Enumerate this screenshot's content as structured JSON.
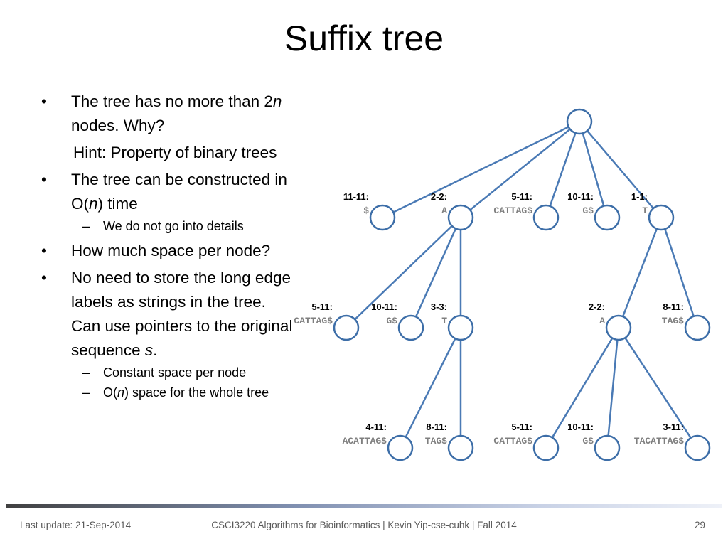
{
  "slide": {
    "title": "Suffix tree",
    "bullets": {
      "b1_pre": "The tree has no more than 2",
      "b1_n": "n",
      "b1_post": " nodes. Why?",
      "hint": "Hint: Property of binary trees",
      "b2_pre": "The tree can be constructed in O(",
      "b2_n": "n",
      "b2_post": ") time",
      "b2_sub": "We do not go into details",
      "b3": "How much space per node?",
      "b4_pre": "No need to store the long edge labels as strings in the tree. Can use pointers to the original sequence ",
      "b4_s": "s",
      "b4_post": ".",
      "b4_sub1": "Constant space per node",
      "b4_sub2_pre": "O(",
      "b4_sub2_n": "n",
      "b4_sub2_post": ") space for the whole tree",
      "bullet_glyph": "•",
      "dash_glyph": "–"
    },
    "footer": {
      "left": "Last update: 21-Sep-2014",
      "center": "CSCI3220 Algorithms for Bioinformatics |  Kevin Yip-cse-cuhk | Fall 2014",
      "right": "29"
    }
  },
  "colors": {
    "edge": "#4a7ab5",
    "node_stroke": "#3d6ea8",
    "node_fill": "#ffffff",
    "label_number": "#000000",
    "label_sequence": "#7f7f7f"
  },
  "tree": {
    "nodes": [
      {
        "id": "root",
        "parent": null,
        "num": "",
        "seq": ""
      },
      {
        "id": "n1",
        "parent": "root",
        "num": "11-11:",
        "seq": "$"
      },
      {
        "id": "n2",
        "parent": "root",
        "num": "2-2:",
        "seq": "A"
      },
      {
        "id": "n3",
        "parent": "root",
        "num": "5-11:",
        "seq": "CATTAG$"
      },
      {
        "id": "n4",
        "parent": "root",
        "num": "10-11:",
        "seq": "G$"
      },
      {
        "id": "n5",
        "parent": "root",
        "num": "1-1:",
        "seq": "T"
      },
      {
        "id": "n6",
        "parent": "n2",
        "num": "5-11:",
        "seq": "CATTAG$"
      },
      {
        "id": "n7",
        "parent": "n2",
        "num": "10-11:",
        "seq": "G$"
      },
      {
        "id": "n8",
        "parent": "n2",
        "num": "3-3:",
        "seq": "T"
      },
      {
        "id": "n9",
        "parent": "n5",
        "num": "2-2:",
        "seq": "A"
      },
      {
        "id": "n10",
        "parent": "n5",
        "num": "8-11:",
        "seq": "TAG$"
      },
      {
        "id": "n11",
        "parent": "n8",
        "num": "4-11:",
        "seq": "ACATTAG$"
      },
      {
        "id": "n12",
        "parent": "n8",
        "num": "8-11:",
        "seq": "TAG$"
      },
      {
        "id": "n13",
        "parent": "n9",
        "num": "5-11:",
        "seq": "CATTAG$"
      },
      {
        "id": "n14",
        "parent": "n9",
        "num": "10-11:",
        "seq": "G$"
      },
      {
        "id": "n15",
        "parent": "n9",
        "num": "3-11:",
        "seq": "TACATTAG$"
      }
    ]
  }
}
